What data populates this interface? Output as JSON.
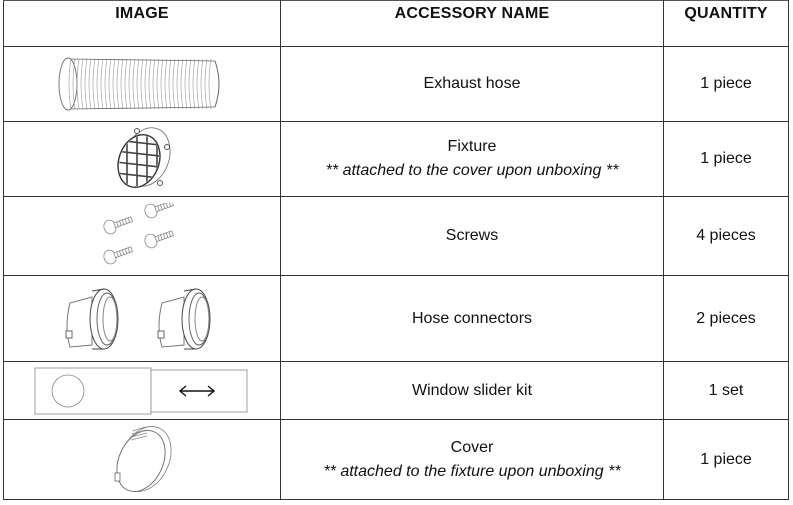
{
  "table": {
    "headers": {
      "image": "IMAGE",
      "name": "ACCESSORY NAME",
      "quantity": "QUANTITY"
    },
    "rows": [
      {
        "icon": "exhaust-hose-illustration",
        "name": "Exhaust hose",
        "note": "",
        "quantity": "1 piece"
      },
      {
        "icon": "fixture-grille-illustration",
        "name": "Fixture",
        "note": "** attached to the cover upon unboxing **",
        "quantity": "1 piece"
      },
      {
        "icon": "screws-illustration",
        "name": "Screws",
        "note": "",
        "quantity": "4 pieces"
      },
      {
        "icon": "hose-connectors-illustration",
        "name": "Hose connectors",
        "note": "",
        "quantity": "2 pieces"
      },
      {
        "icon": "window-slider-kit-illustration",
        "name": "Window slider kit",
        "note": "",
        "quantity": "1 set"
      },
      {
        "icon": "cover-illustration",
        "name": "Cover",
        "note": "** attached to the fixture upon unboxing **",
        "quantity": "1 piece"
      }
    ]
  }
}
